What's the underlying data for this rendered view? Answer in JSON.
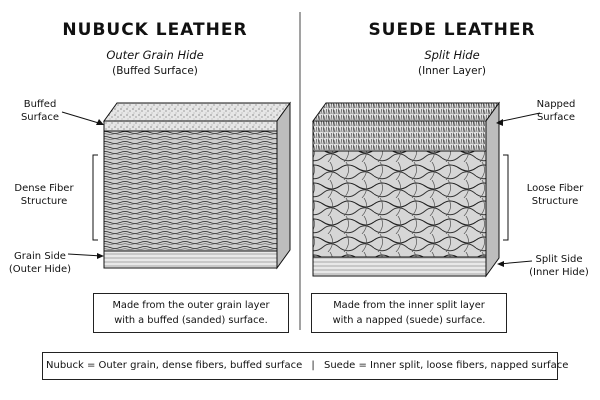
{
  "nubuck": {
    "title": "NUBUCK LEATHER",
    "subtitle": "Outer Grain Hide",
    "subnote": "(Buffed Surface)",
    "labels": {
      "top": [
        "Buffed",
        "Surface"
      ],
      "middle": [
        "Dense Fiber",
        "Structure"
      ],
      "bottom": [
        "Grain Side",
        "(Outer Hide)"
      ]
    },
    "note": [
      "Made from the outer grain layer",
      "with a buffed (sanded) surface."
    ]
  },
  "suede": {
    "title": "SUEDE LEATHER",
    "subtitle": "Split Hide",
    "subnote": "(Inner Layer)",
    "labels": {
      "top": [
        "Napped",
        "Surface"
      ],
      "middle": [
        "Loose Fiber",
        "Structure"
      ],
      "bottom": [
        "Split Side",
        "(Inner Hide)"
      ]
    },
    "note": [
      "Made from the inner split layer",
      "with a napped (suede) surface."
    ]
  },
  "summary": {
    "nubuck": "Nubuck = Outer grain, dense fibers, buffed surface",
    "separator": "|",
    "suede": "Suede = Inner split, loose fibers, napped surface"
  },
  "colors": {
    "ink": "#111111",
    "block_fill": "#d9d9d9",
    "background": "#ffffff"
  }
}
